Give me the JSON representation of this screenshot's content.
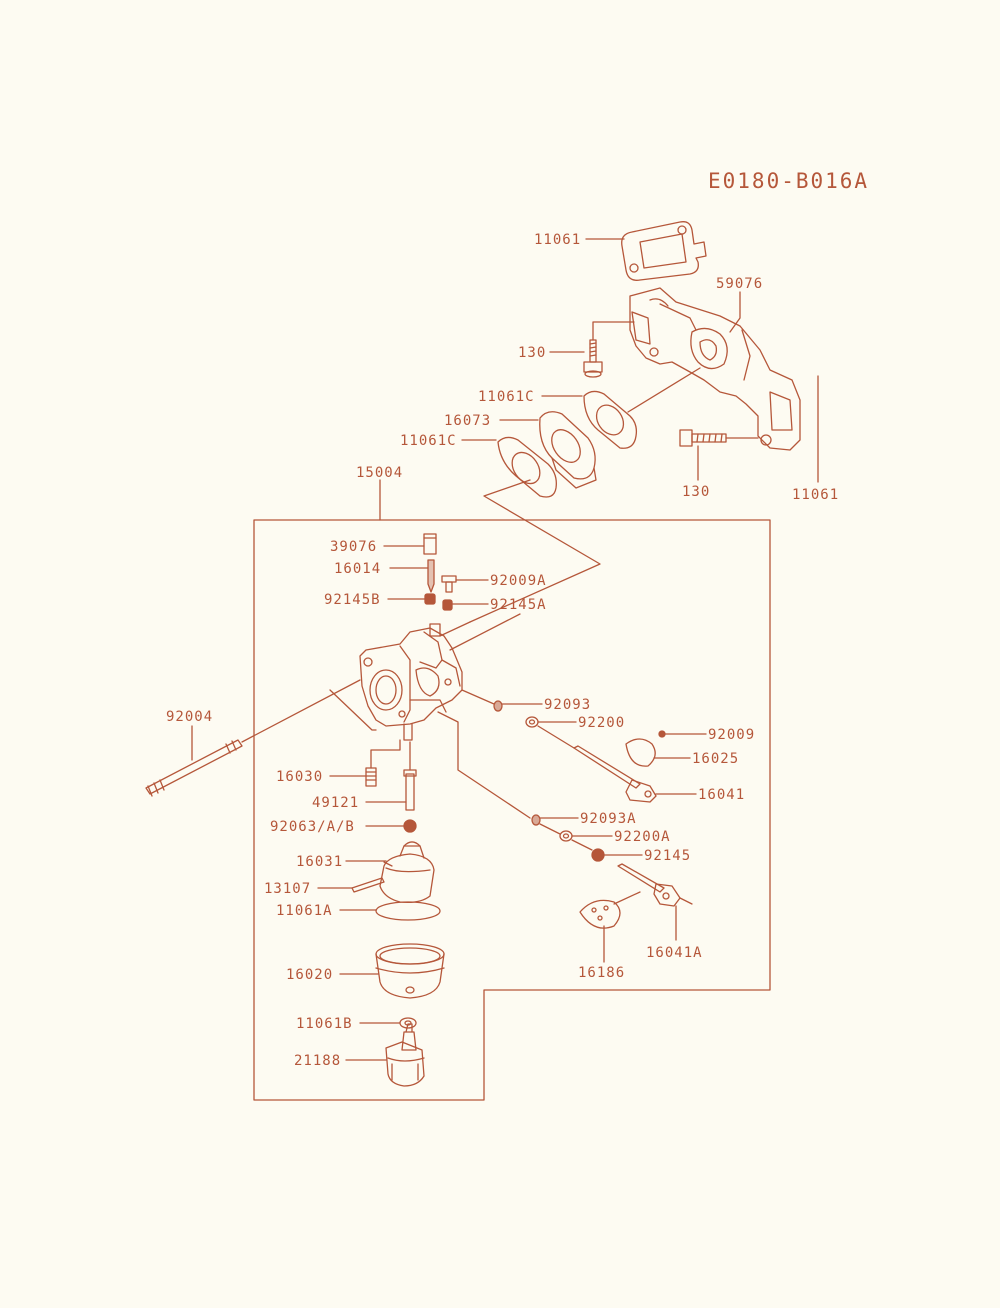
{
  "diagram": {
    "code": "E0180-B016A",
    "line_color": "#b5573a",
    "paper_color": "#fdfbf2",
    "labels": {
      "p11061_top": "11061",
      "p59076": "59076",
      "p130_a": "130",
      "p11061C_a": "11061C",
      "p16073": "16073",
      "p11061C_b": "11061C",
      "p130_b": "130",
      "p11061_right": "11061",
      "p15004": "15004",
      "p39076": "39076",
      "p16014": "16014",
      "p92009A": "92009A",
      "p92145B": "92145B",
      "p92145A": "92145A",
      "p92004": "92004",
      "p92093": "92093",
      "p92200": "92200",
      "p92009": "92009",
      "p16025": "16025",
      "p16030": "16030",
      "p16041": "16041",
      "p49121": "49121",
      "p92063": "92063/A/B",
      "p92093A": "92093A",
      "p92200A": "92200A",
      "p92145": "92145",
      "p16031": "16031",
      "p13107": "13107",
      "p11061A": "11061A",
      "p16041A": "16041A",
      "p16186": "16186",
      "p16020": "16020",
      "p11061B": "11061B",
      "p21188": "21188"
    }
  }
}
